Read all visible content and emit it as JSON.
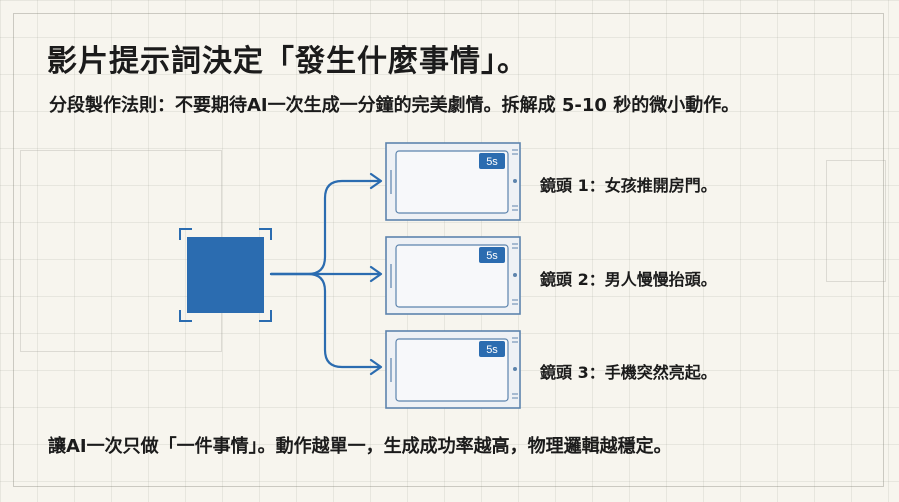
{
  "title": "影片提示詞決定「發生什麼事情」。",
  "subtitle": "分段製作法則：不要期待AI一次生成一分鐘的完美劇情。拆解成 5-10 秒的微小動作。",
  "shots": [
    {
      "badge": "5s",
      "label": "鏡頭 1：女孩推開房門。"
    },
    {
      "badge": "5s",
      "label": "鏡頭 2：男人慢慢抬頭。"
    },
    {
      "badge": "5s",
      "label": "鏡頭 3：手機突然亮起。"
    }
  ],
  "footer": "讓AI一次只做「一件事情」。動作越單一，生成成功率越高，物理邏輯越穩定。",
  "colors": {
    "accent": "#2b6cb0",
    "accent_dark": "#24589a",
    "frame_fill": "#e9eef4",
    "frame_stroke": "#5d84ad",
    "background": "#f7f5ee"
  },
  "icons": [
    "source-square-icon",
    "arrow-icon",
    "video-frame-icon"
  ]
}
